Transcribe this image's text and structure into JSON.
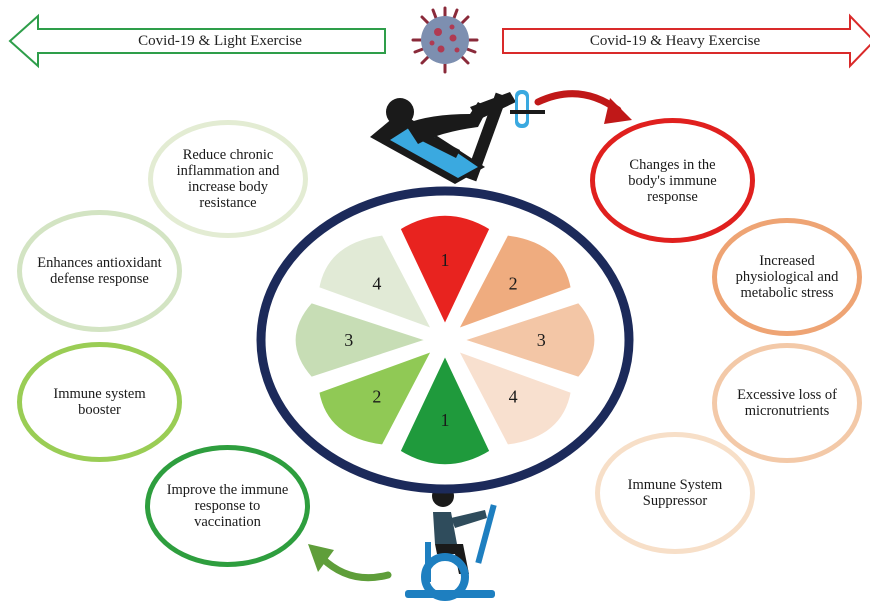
{
  "header": {
    "light_label": "Covid-19  & Light Exercise",
    "heavy_label": "Covid-19  & Heavy Exercise"
  },
  "light_effects": [
    {
      "text": "Reduce chronic inflammation and increase body resistance",
      "color": "#e3ecd3"
    },
    {
      "text": "Enhances antioxidant defense response",
      "color": "#d3e4c3"
    },
    {
      "text": "Immune system booster",
      "color": "#9acd55"
    },
    {
      "text": "Improve the immune response to vaccination",
      "color": "#2e9e3e"
    }
  ],
  "heavy_effects": [
    {
      "text": "Changes in the body's immune response",
      "color": "#e0201e"
    },
    {
      "text": "Increased physiological and metabolic stress",
      "color": "#eea474"
    },
    {
      "text": "Excessive loss of micronutrients",
      "color": "#f3c9a8"
    },
    {
      "text": "Immune System Suppressor",
      "color": "#f7dfc8"
    }
  ],
  "wheel": {
    "segments": [
      {
        "label": "1",
        "color": "#e8231f"
      },
      {
        "label": "2",
        "color": "#efac7f"
      },
      {
        "label": "3",
        "color": "#f3c6a6"
      },
      {
        "label": "4",
        "color": "#f8e0cf"
      },
      {
        "label": "1",
        "color": "#1f9a3c"
      },
      {
        "label": "2",
        "color": "#90c955"
      },
      {
        "label": "3",
        "color": "#c7ddb5"
      },
      {
        "label": "4",
        "color": "#e1ead6"
      }
    ],
    "rim_color": "#1c2a5a"
  },
  "icons": {
    "virus": "coronavirus-icon",
    "heavy": "leg-press-machine-icon",
    "light": "stationary-bike-icon"
  },
  "colors": {
    "light_arrow": "#2e9e4a",
    "heavy_arrow": "#d92a2a"
  }
}
